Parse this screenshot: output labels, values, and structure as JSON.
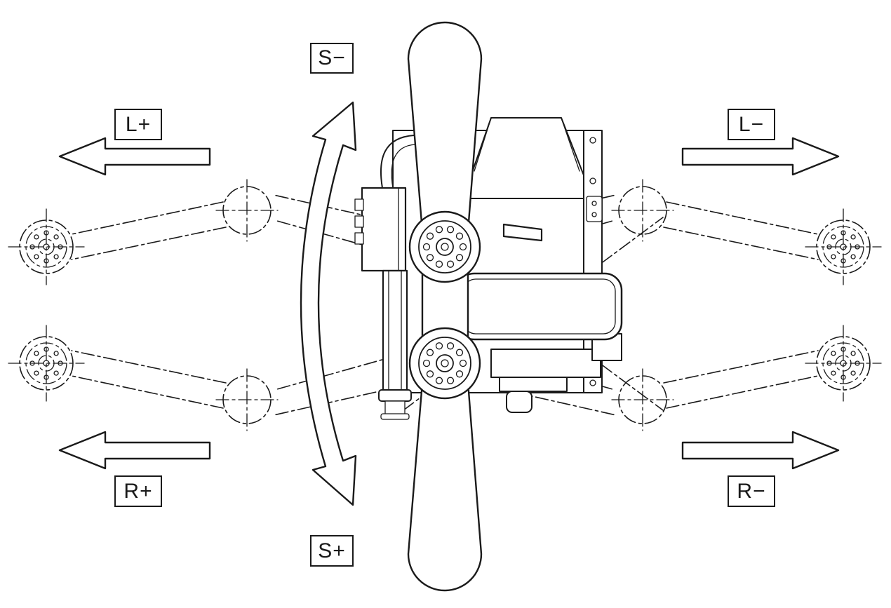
{
  "diagram": {
    "labels": {
      "s_minus": "S−",
      "s_plus": "S+",
      "l_plus": "L+",
      "l_minus": "L−",
      "r_plus": "R+",
      "r_minus": "R−"
    },
    "arrows": [
      {
        "label": "L+",
        "direction": "left",
        "position": "upper-left"
      },
      {
        "label": "L−",
        "direction": "right",
        "position": "upper-right"
      },
      {
        "label": "R+",
        "direction": "left",
        "position": "lower-left"
      },
      {
        "label": "R−",
        "direction": "right",
        "position": "lower-right"
      },
      {
        "label": "S−",
        "direction": "arc-up",
        "position": "top-center"
      },
      {
        "label": "S+",
        "direction": "arc-down",
        "position": "bottom-center"
      }
    ],
    "colors": {
      "line": "#1a1a1a",
      "background": "#ffffff"
    }
  }
}
